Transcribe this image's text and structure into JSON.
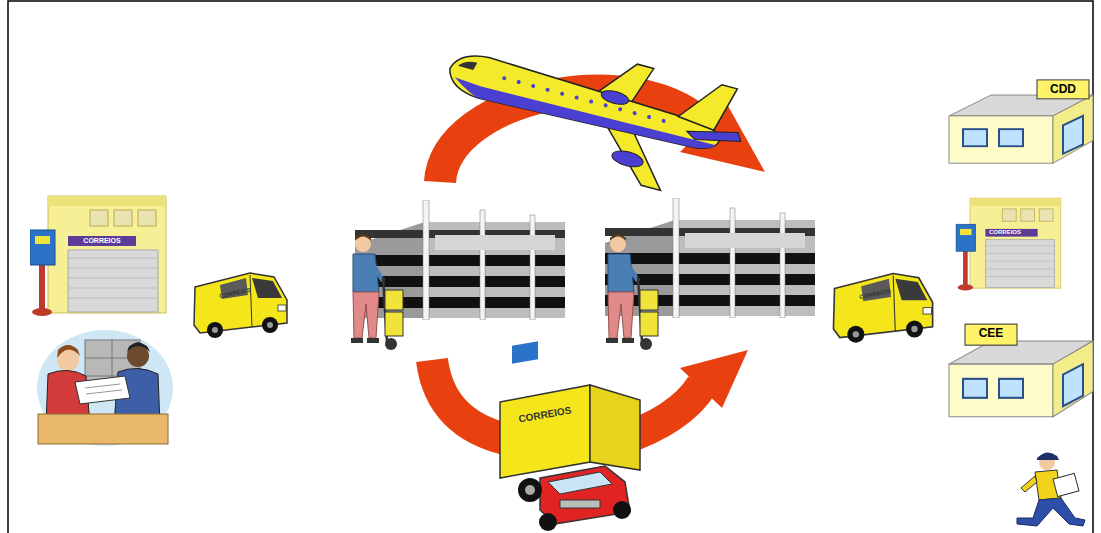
{
  "diagram": {
    "nodes": [
      {
        "text": [
          "CDD"
        ]
      },
      {
        "text": [
          "CEE"
        ]
      }
    ],
    "labels": [
      "CORREIOS",
      "CORREIOS",
      "CORREIOS",
      "CORREIOS",
      "CORREIOS"
    ]
  }
}
